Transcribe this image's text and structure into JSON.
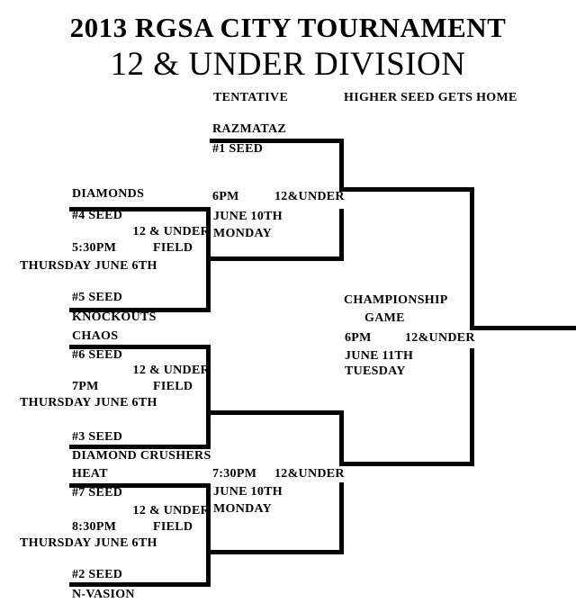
{
  "page": {
    "title": "2013 RGSA CITY TOURNAMENT",
    "subtitle": "12 & UNDER DIVISION",
    "note_left": "TENTATIVE",
    "note_right": "HIGHER SEED GETS HOME"
  },
  "round1": {
    "game1": {
      "top_team": "DIAMONDS",
      "top_seed": "#4 SEED",
      "field_line1": "12 & UNDER",
      "time": "5:30PM",
      "field_line2": "FIELD",
      "date": "THURSDAY JUNE 6TH",
      "bottom_seed": "#5 SEED",
      "bottom_team": "KNOCKOUTS"
    },
    "game2": {
      "top_team": "CHAOS",
      "top_seed": "#6 SEED",
      "field_line1": "12 & UNDER",
      "time": "7PM",
      "field_line2": "FIELD",
      "date": "THURSDAY JUNE 6TH",
      "bottom_seed": "#3 SEED",
      "bottom_team": "DIAMOND CRUSHERS"
    },
    "game3": {
      "top_team": "HEAT",
      "top_seed": "#7 SEED",
      "field_line1": "12 & UNDER",
      "time": "8:30PM",
      "field_line2": "FIELD",
      "date": "THURSDAY JUNE 6TH",
      "bottom_seed": "#2 SEED",
      "bottom_team": "N-VASION"
    }
  },
  "semifinal1": {
    "top_team": "RAZMATAZ",
    "top_seed": "#1 SEED",
    "time": "6PM",
    "division": "12&UNDER",
    "date": "JUNE 10TH",
    "day": "MONDAY"
  },
  "semifinal2": {
    "time": "7:30PM",
    "division": "12&UNDER",
    "date": "JUNE 10TH",
    "day": "MONDAY"
  },
  "championship": {
    "label_line1": "CHAMPIONSHIP",
    "label_line2": "GAME",
    "time": "6PM",
    "division": "12&UNDER",
    "date": "JUNE 11TH",
    "day": "TUESDAY"
  },
  "colors": {
    "ink": "#000000",
    "background": "#ffffff"
  }
}
